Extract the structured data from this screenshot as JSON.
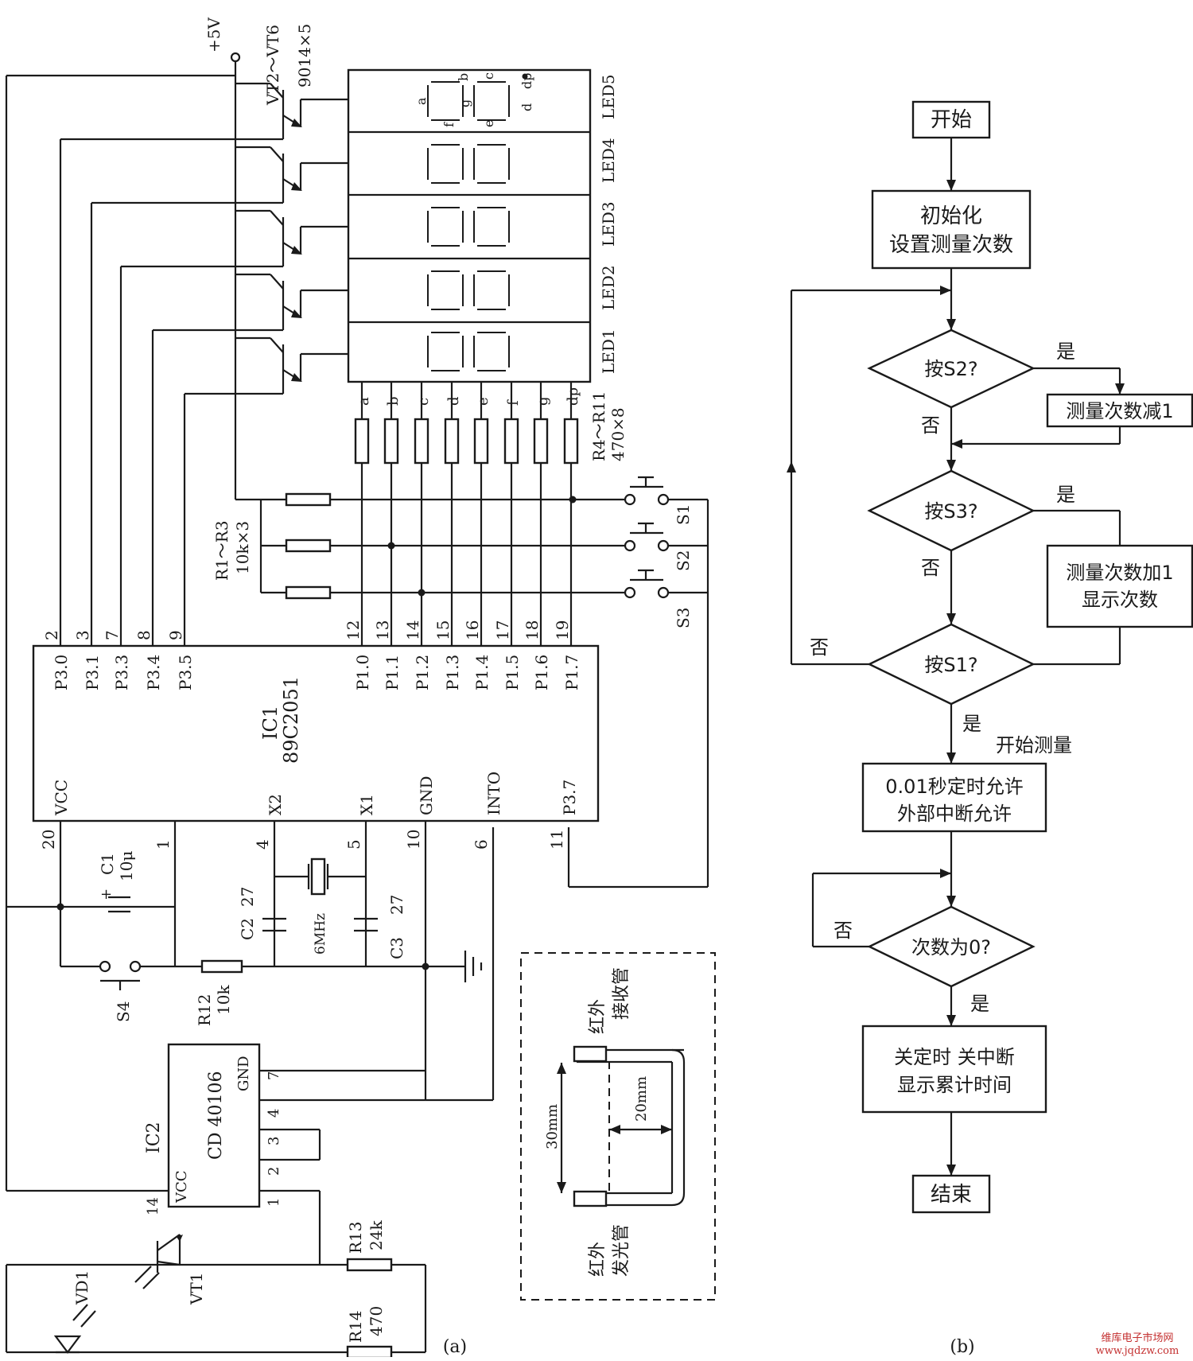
{
  "circuit": {
    "power_label": "+5V",
    "transistor_label": "VT2～VT6",
    "transistor_value": "9014×5",
    "led_labels": [
      "LED5",
      "LED4",
      "LED3",
      "LED2",
      "LED1"
    ],
    "segment_letters": [
      "a",
      "b",
      "c",
      "d",
      "e",
      "f",
      "g",
      "dp"
    ],
    "segment_resistor_label": "R4～R11",
    "segment_resistor_value": "470×8",
    "switch_labels": [
      "S1",
      "S2",
      "S3"
    ],
    "pullup_label": "R1～R3",
    "pullup_value": "10k×3",
    "mcu_name": "IC1",
    "mcu_model": "89C2051",
    "port3_pins": [
      {
        "num": "2",
        "name": "P3.0"
      },
      {
        "num": "3",
        "name": "P3.1"
      },
      {
        "num": "7",
        "name": "P3.3"
      },
      {
        "num": "8",
        "name": "P3.4"
      },
      {
        "num": "9",
        "name": "P3.5"
      }
    ],
    "port1_pins": [
      {
        "num": "12",
        "name": "P1.0"
      },
      {
        "num": "13",
        "name": "P1.1"
      },
      {
        "num": "14",
        "name": "P1.2"
      },
      {
        "num": "15",
        "name": "P1.3"
      },
      {
        "num": "16",
        "name": "P1.4"
      },
      {
        "num": "17",
        "name": "P1.5"
      },
      {
        "num": "18",
        "name": "P1.6"
      },
      {
        "num": "19",
        "name": "P1.7"
      }
    ],
    "bottom_pins": [
      {
        "num": "20",
        "name": "VCC"
      },
      {
        "num": "1",
        "name": ""
      },
      {
        "num": "4",
        "name": "X2"
      },
      {
        "num": "5",
        "name": "X1"
      },
      {
        "num": "10",
        "name": "GND"
      },
      {
        "num": "6",
        "name": "INTO"
      },
      {
        "num": "11",
        "name": "P3.7"
      }
    ],
    "c1_label": "C1",
    "c1_value": "10μ",
    "c2_label": "C2",
    "c2_value": "27",
    "c3_label": "C3",
    "c3_value": "27",
    "crystal_value": "6MHz",
    "s4_label": "S4",
    "r12_label": "R12",
    "r12_value": "10k",
    "r13_label": "R13",
    "r13_value": "24k",
    "r14_label": "R14",
    "r14_value": "470",
    "ic2_name": "IC2",
    "ic2_model": "CD 40106",
    "ic2_pins": [
      "7",
      "4",
      "3",
      "2",
      "1",
      "14"
    ],
    "ic2_gnd": "GND",
    "ic2_vcc": "VCC",
    "vd1_label": "VD1",
    "vt1_label": "VT1",
    "sensor_receiver": [
      "红外",
      "接收管"
    ],
    "sensor_emitter": [
      "红外",
      "发光管"
    ],
    "dim_30": "30mm",
    "dim_20": "20mm",
    "caption": "(a)"
  },
  "flowchart": {
    "start": "开始",
    "init": [
      "初始化",
      "设置测量次数"
    ],
    "q_s2": "按S2?",
    "dec": "测量次数减1",
    "q_s3": "按S3?",
    "inc": [
      "测量次数加1",
      "显示次数"
    ],
    "q_s1": "按S1?",
    "start_measure": "开始测量",
    "timer": [
      "0.01秒定时允许",
      "外部中断允许"
    ],
    "q_zero": "次数为0?",
    "stop": [
      "关定时 关中断",
      "显示累计时间"
    ],
    "end": "结束",
    "yes": "是",
    "no": "否",
    "caption": "(b)"
  },
  "watermark": [
    "维库电子市场网",
    "www.jqdzw.com"
  ]
}
